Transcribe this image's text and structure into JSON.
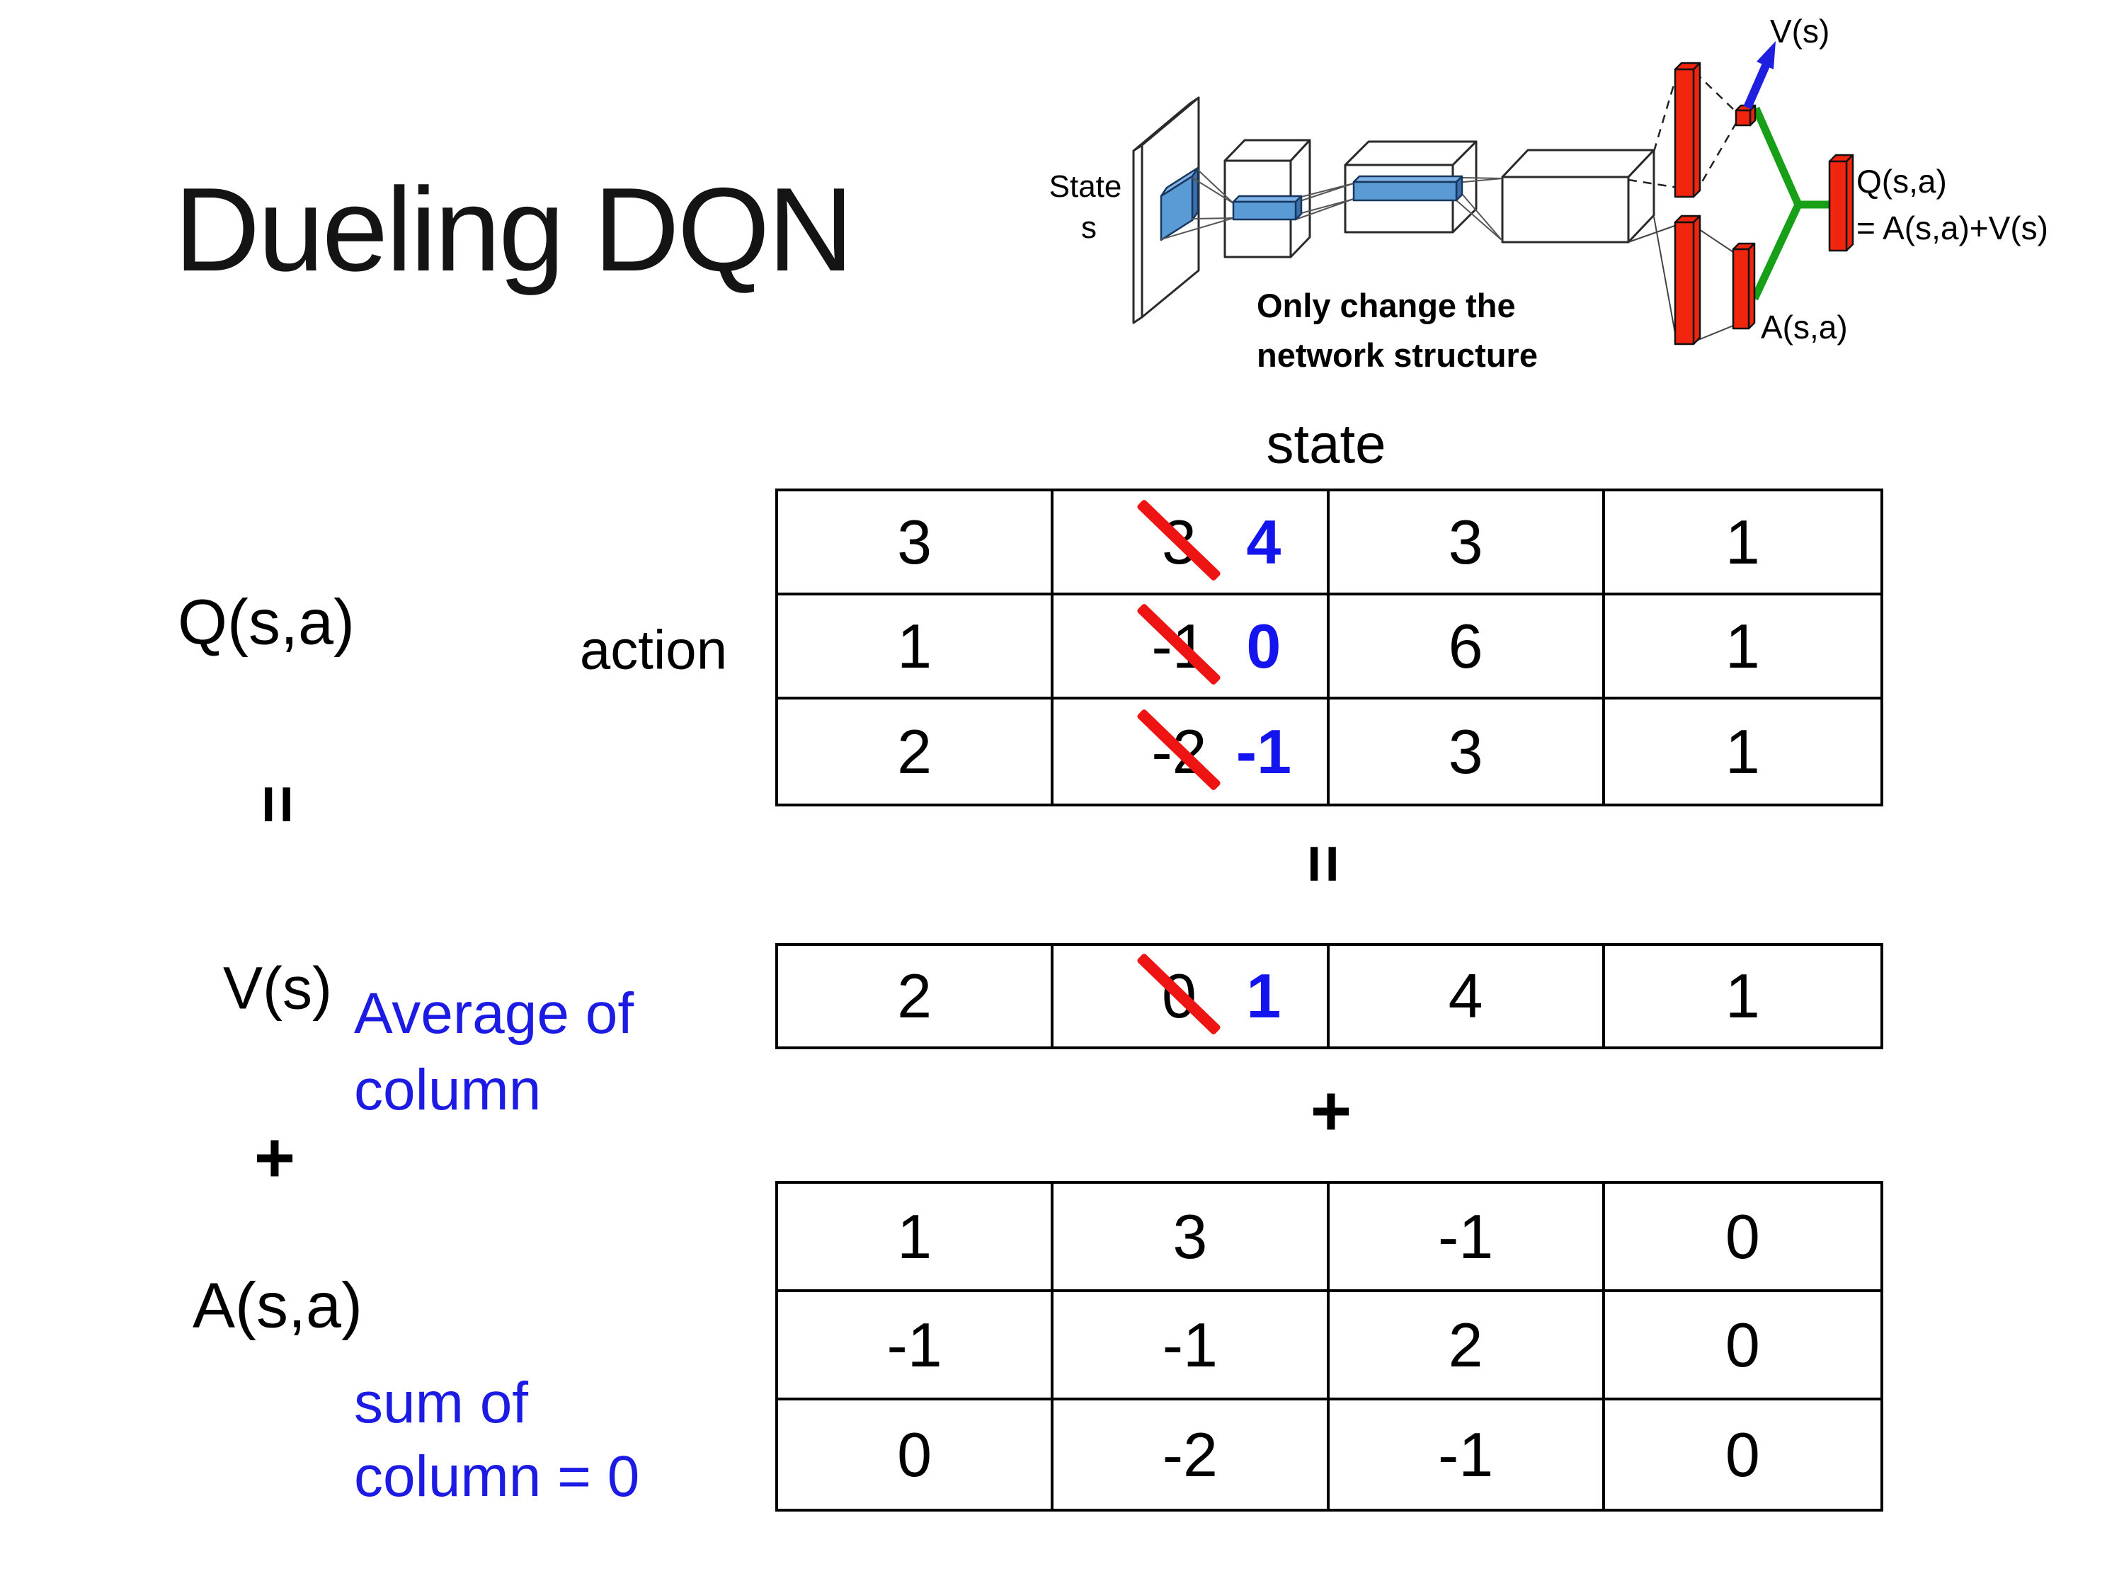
{
  "slide": {
    "title": "Dueling DQN"
  },
  "diagram": {
    "state_line1": "State",
    "state_line2": "s",
    "note_line1": "Only change the",
    "note_line2": "network structure",
    "v_out_label": "V(s)",
    "q_out_line1": "Q(s,a)",
    "q_out_line2": "= A(s,a)+V(s)",
    "a_out_label": "A(s,a)",
    "colors": {
      "conv_blue": "#5b9bd5",
      "bar_red": "#f1250e",
      "link_green": "#17a017",
      "arrow_blue": "#1f1fdf",
      "note_blue": "#1b1be4",
      "strike_red": "#ee1414",
      "new_value_blue": "#1414ee"
    }
  },
  "decomposition": {
    "state_header": "state",
    "action_label": "action",
    "q_label": "Q(s,a)",
    "equals_sign": "=",
    "plus_sign": "+",
    "v_label": "V(s)",
    "v_note_line1": "Average of",
    "v_note_line2": "column",
    "a_label": "A(s,a)",
    "a_note_line1": "sum of",
    "a_note_line2": "column = 0",
    "q_table": {
      "rows": [
        [
          {
            "value": "3"
          },
          {
            "value": "3",
            "replaced_by": "4"
          },
          {
            "value": "3"
          },
          {
            "value": "1"
          }
        ],
        [
          {
            "value": "1"
          },
          {
            "value": "-1",
            "replaced_by": "0"
          },
          {
            "value": "6"
          },
          {
            "value": "1"
          }
        ],
        [
          {
            "value": "2"
          },
          {
            "value": "-2",
            "replaced_by": "-1"
          },
          {
            "value": "3"
          },
          {
            "value": "1"
          }
        ]
      ]
    },
    "v_table": {
      "rows": [
        [
          {
            "value": "2"
          },
          {
            "value": "0",
            "replaced_by": "1"
          },
          {
            "value": "4"
          },
          {
            "value": "1"
          }
        ]
      ]
    },
    "a_table": {
      "rows": [
        [
          {
            "value": "1"
          },
          {
            "value": "3"
          },
          {
            "value": "-1"
          },
          {
            "value": "0"
          }
        ],
        [
          {
            "value": "-1"
          },
          {
            "value": "-1"
          },
          {
            "value": "2"
          },
          {
            "value": "0"
          }
        ],
        [
          {
            "value": "0"
          },
          {
            "value": "-2"
          },
          {
            "value": "-1"
          },
          {
            "value": "0"
          }
        ]
      ]
    }
  }
}
